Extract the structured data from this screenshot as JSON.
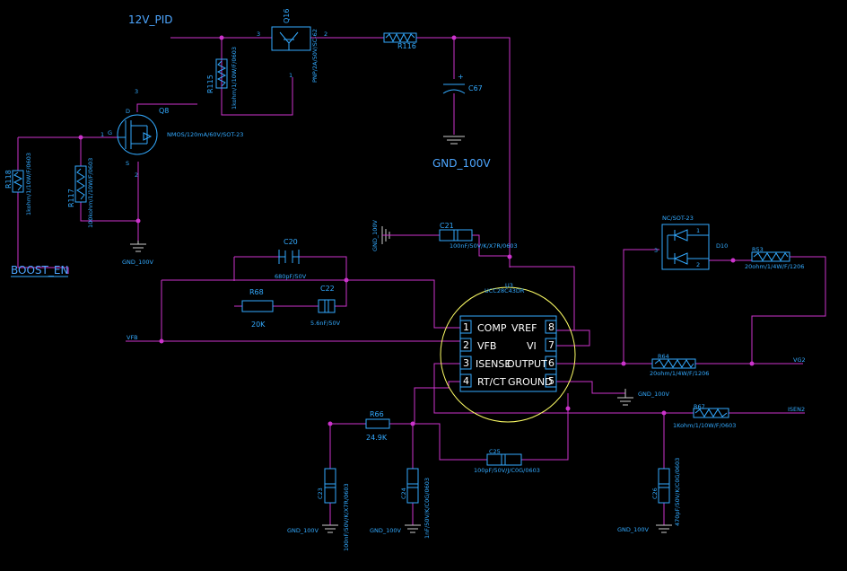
{
  "nets": {
    "v12_pid": "12V_PID",
    "gnd_100v": "GND_100V",
    "boost_en": "BOOST_EN",
    "vfb": "VFB",
    "vg2": "VG2",
    "isen2": "ISEN2"
  },
  "components": {
    "q16": {
      "ref": "Q16",
      "value": "PNP/2A/50V/SC-62",
      "pins": [
        "3",
        "2",
        "1"
      ]
    },
    "r115": {
      "ref": "R115",
      "value": "1kohm/1/10W/F/0603"
    },
    "r116": {
      "ref": "R116"
    },
    "c67": {
      "ref": "C67",
      "polarity": "+"
    },
    "q8": {
      "ref": "Q8",
      "value": "NMOS/120mA/60V/SOT-23",
      "pins": [
        "3",
        "1",
        "2"
      ],
      "letters": [
        "D",
        "G",
        "S"
      ]
    },
    "r118": {
      "ref": "R118",
      "value": "1kohm/1/10W/F/0603"
    },
    "r117": {
      "ref": "R117",
      "value": "100kohm/1/10W/F/0603"
    },
    "c21": {
      "ref": "C21",
      "value": "100nF/50V/K/X7R/0603"
    },
    "c20": {
      "ref": "C20",
      "value": "680pF/50V"
    },
    "r68": {
      "ref": "R68",
      "value": "20K"
    },
    "c22": {
      "ref": "C22",
      "value": "5.6nF/50V"
    },
    "u3": {
      "ref": "U3",
      "value": "UCC28C43DR"
    },
    "d10": {
      "ref": "D10",
      "value": "NC/SOT-23",
      "pins": [
        "3",
        "1",
        "2"
      ]
    },
    "r53": {
      "ref": "R53",
      "value": "20ohm/1/4W/F/1206"
    },
    "r64": {
      "ref": "R64",
      "value": "20ohm/1/4W/F/1206"
    },
    "r67": {
      "ref": "R67",
      "value": "1Kohm/1/10W/F/0603"
    },
    "r66": {
      "ref": "R66",
      "value": "24.9K"
    },
    "c23": {
      "ref": "C23",
      "value": "100nF/50V/K/X7R/0603"
    },
    "c24": {
      "ref": "C24",
      "value": "1nF/50V/K/C0G/0603"
    },
    "c25": {
      "ref": "C25",
      "value": "100pF/50V/J/C0G/0603"
    },
    "c26": {
      "ref": "C26",
      "value": "470pF/50V/K/C0G/0603"
    }
  },
  "ic_pins": {
    "left": [
      {
        "num": "1",
        "name": "COMP"
      },
      {
        "num": "2",
        "name": "VFB"
      },
      {
        "num": "3",
        "name": "ISENSE"
      },
      {
        "num": "4",
        "name": "RT/CT"
      }
    ],
    "right": [
      {
        "num": "8",
        "name": "VREF"
      },
      {
        "num": "7",
        "name": "VI"
      },
      {
        "num": "6",
        "name": "OUTPUT"
      },
      {
        "num": "5",
        "name": "GROUND"
      }
    ]
  },
  "colors": {
    "background": "#000000",
    "wire": "#cc33cc",
    "component": "#33aaff",
    "label": "#4da6ff",
    "ground": "#cccccc",
    "highlight_ring": "#ffff66",
    "pin_text": "#ffffff"
  }
}
